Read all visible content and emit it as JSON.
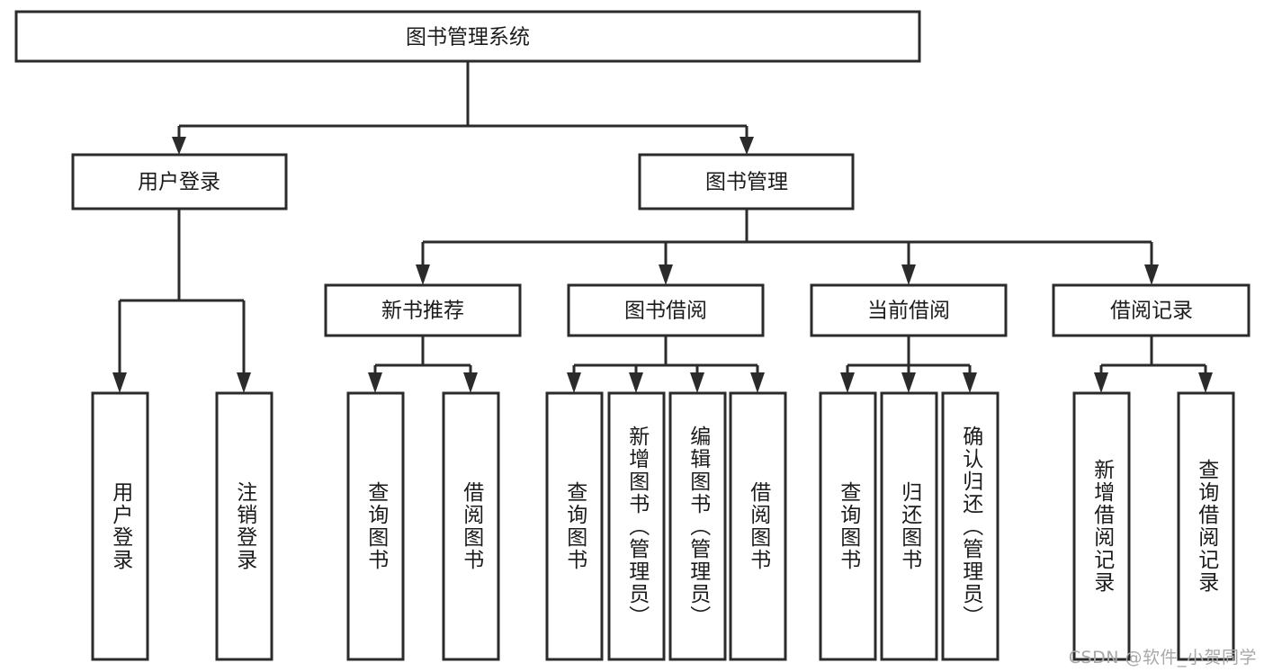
{
  "diagram": {
    "title": "图书管理系统",
    "type": "tree",
    "orientation": "top-down",
    "colors": {
      "box_fill": "#ffffff",
      "box_stroke": "#2b2b2b",
      "text": "#1b1b1b",
      "connector": "#2b2b2b",
      "watermark": "#a8a8a8",
      "background": "#ffffff"
    },
    "root": {
      "id": "root",
      "label": "图书管理系统",
      "orientation": "horizontal"
    },
    "level2": [
      {
        "id": "user-login",
        "label": "用户登录",
        "orientation": "horizontal"
      },
      {
        "id": "book-manage",
        "label": "图书管理",
        "orientation": "horizontal"
      }
    ],
    "level3": [
      {
        "id": "new-book-recommend",
        "label": "新书推荐",
        "orientation": "horizontal",
        "parent": "book-manage"
      },
      {
        "id": "book-borrow",
        "label": "图书借阅",
        "orientation": "horizontal",
        "parent": "book-manage"
      },
      {
        "id": "current-borrow",
        "label": "当前借阅",
        "orientation": "horizontal",
        "parent": "book-manage"
      },
      {
        "id": "borrow-record",
        "label": "借阅记录",
        "orientation": "horizontal",
        "parent": "book-manage"
      }
    ],
    "leaves": [
      {
        "id": "leaf-user-login",
        "label": "用户登录",
        "orientation": "vertical",
        "parent": "user-login"
      },
      {
        "id": "leaf-logout-login",
        "label": "注销登录",
        "orientation": "vertical",
        "parent": "user-login"
      },
      {
        "id": "leaf-query-book-1",
        "label": "查询图书",
        "orientation": "vertical",
        "parent": "new-book-recommend"
      },
      {
        "id": "leaf-borrow-book-1",
        "label": "借阅图书",
        "orientation": "vertical",
        "parent": "new-book-recommend"
      },
      {
        "id": "leaf-query-book-2",
        "label": "查询图书",
        "orientation": "vertical",
        "parent": "book-borrow"
      },
      {
        "id": "leaf-add-book-admin",
        "label": "新增图书（管理员）",
        "orientation": "vertical",
        "parent": "book-borrow"
      },
      {
        "id": "leaf-edit-book-admin",
        "label": "编辑图书（管理员）",
        "orientation": "vertical",
        "parent": "book-borrow"
      },
      {
        "id": "leaf-borrow-book-2",
        "label": "借阅图书",
        "orientation": "vertical",
        "parent": "book-borrow"
      },
      {
        "id": "leaf-query-book-3",
        "label": "查询图书",
        "orientation": "vertical",
        "parent": "current-borrow"
      },
      {
        "id": "leaf-return-book",
        "label": "归还图书",
        "orientation": "vertical",
        "parent": "current-borrow"
      },
      {
        "id": "leaf-confirm-return",
        "label": "确认归还（管理员）",
        "orientation": "vertical",
        "parent": "current-borrow"
      },
      {
        "id": "leaf-add-borrow-record",
        "label": "新增借阅记录",
        "orientation": "vertical",
        "parent": "borrow-record"
      },
      {
        "id": "leaf-query-borrow-record",
        "label": "查询借阅记录",
        "orientation": "vertical",
        "parent": "borrow-record"
      }
    ]
  },
  "watermark": {
    "text": "CSDN @软件_小贺同学"
  }
}
